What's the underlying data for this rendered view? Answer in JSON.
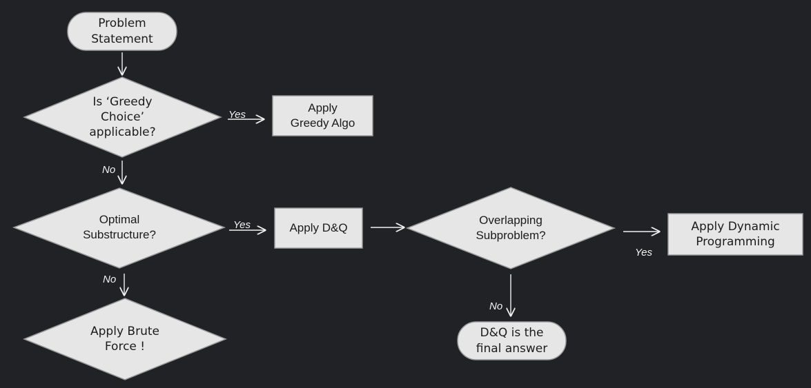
{
  "colors": {
    "background": "#212225",
    "node_fill": "#e6e6e6",
    "node_stroke": "#9a9a9a",
    "arrow": "#f2f2f2",
    "text": "#1b1b1b",
    "edge_label": "#f2f2f2"
  },
  "nodes": {
    "problem_statement": "Problem\nStatement",
    "greedy_decision": "Is ‘Greedy\nChoice’\napplicable?",
    "apply_greedy": "Apply\nGreedy Algo",
    "optimal_decision": "Optimal\nSubstructure?",
    "apply_dq": "Apply D&Q",
    "overlapping_decision": "Overlapping\nSubproblem?",
    "apply_dp": "Apply Dynamic\nProgramming",
    "brute_force": "Apply Brute\nForce !",
    "dq_final": "D&Q is the\nfinal answer"
  },
  "edges": {
    "greedy_yes": "Yes",
    "greedy_no": "No",
    "optimal_yes": "Yes",
    "optimal_no": "No",
    "overlap_yes": "Yes",
    "overlap_no": "No"
  }
}
